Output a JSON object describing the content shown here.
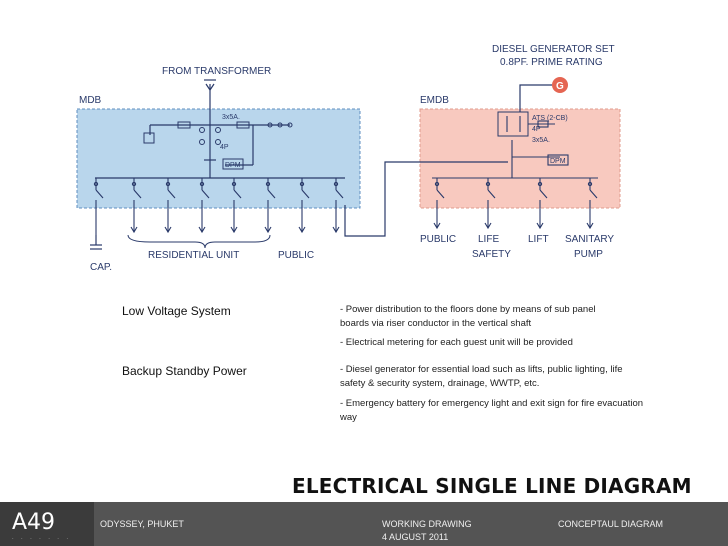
{
  "diagram": {
    "from_transformer": "FROM TRANSFORMER",
    "mdb": "MDB",
    "emdb": "EMDB",
    "mdb_rating": "3x5A.",
    "mdb_poles": "4P",
    "dpm": "DPM",
    "generator_title": "DIESEL GENERATOR SET",
    "generator_rating": "0.8PF. PRIME RATING",
    "generator_symbol": "G",
    "ats": "ATS (2-CB)",
    "emdb_poles": "4P",
    "emdb_rating": "3x5A.",
    "labels": {
      "cap": "CAP.",
      "residential_unit": "RESIDENTIAL UNIT",
      "public_mdb": "PUBLIC",
      "public_emdb": "PUBLIC",
      "life": "LIFE",
      "safety": "SAFETY",
      "lift": "LIFT",
      "sanitary": "SANITARY",
      "pump": "PUMP"
    }
  },
  "sections": [
    {
      "heading": "Low Voltage System",
      "bullets": [
        "- Power distribution to the floors done by means of sub panel boards via riser conductor in the vertical shaft",
        "- Electrical metering for each guest unit will be provided"
      ]
    },
    {
      "heading": "Backup Standby Power",
      "bullets": [
        "- Diesel generator for essential load such as lifts, public lighting, life safety & security system, drainage, WWTP, etc.",
        "- Emergency battery for emergency light and exit sign for fire evacuation way"
      ]
    }
  ],
  "title": "ELECTRICAL SINGLE LINE DIAGRAM",
  "footer": {
    "logo": "A49",
    "project": "ODYSSEY, PHUKET",
    "stage": "WORKING DRAWING",
    "date": "4 AUGUST 2011",
    "type": "CONCEPTAUL DIAGRAM"
  },
  "colors": {
    "mdb_fill": "#b9d6ec",
    "emdb_fill": "#f8c9bf",
    "line": "#2a3a6a",
    "footer_bg": "#545454"
  }
}
